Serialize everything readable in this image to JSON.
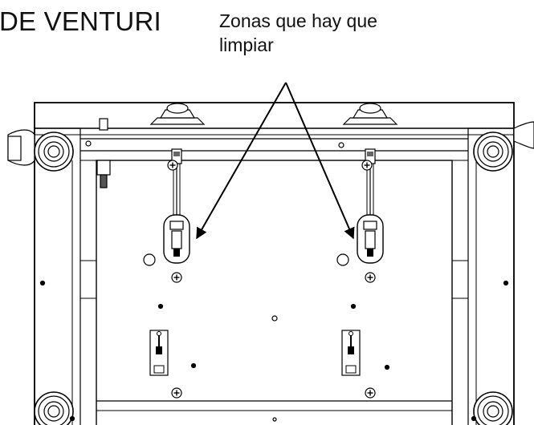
{
  "heading": "DE VENTURI",
  "callout": {
    "line1": "Zonas que hay que",
    "line2": "limpiar"
  },
  "icons": [
    "arrow-icon",
    "screw-icon",
    "wheel-icon",
    "knob-icon"
  ]
}
